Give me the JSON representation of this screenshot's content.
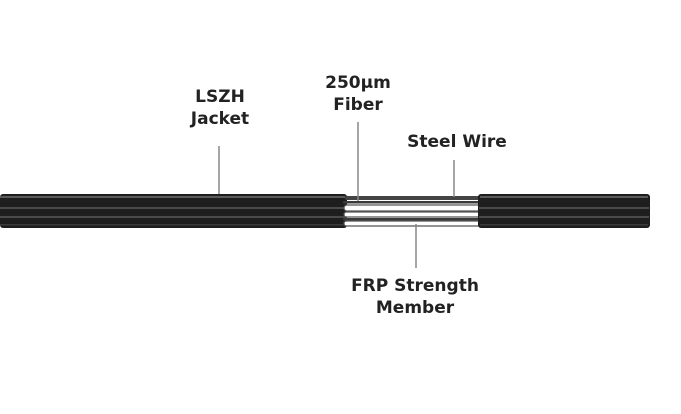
{
  "labels": {
    "jacket": [
      "LSZH",
      "Jacket"
    ],
    "fiber": [
      "250µm",
      "Fiber"
    ],
    "steel_wire": [
      "Steel Wire"
    ],
    "frp": [
      "FRP Strength",
      "Member"
    ]
  },
  "colors": {
    "jacket": "#1e1e1e",
    "jacket_groove": "#4a4a4a",
    "jacket_highlight": "#6a6a6a",
    "exposed_member": "#ffffff",
    "steel_wire": "#444444",
    "fiber": "#333333",
    "leader_line": "#888888",
    "text": "#222222"
  }
}
